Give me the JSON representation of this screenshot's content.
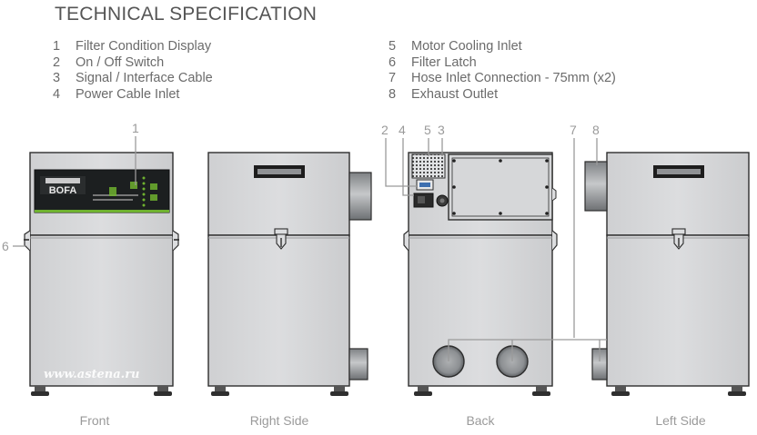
{
  "title": "TECHNICAL SPECIFICATION",
  "specs_left": [
    {
      "num": "1",
      "label": "Filter Condition Display"
    },
    {
      "num": "2",
      "label": "On / Off Switch"
    },
    {
      "num": "3",
      "label": "Signal / Interface Cable"
    },
    {
      "num": "4",
      "label": "Power Cable Inlet"
    }
  ],
  "specs_right": [
    {
      "num": "5",
      "label": "Motor Cooling Inlet"
    },
    {
      "num": "6",
      "label": "Filter Latch"
    },
    {
      "num": "7",
      "label": "Hose Inlet Connection - 75mm (x2)"
    },
    {
      "num": "8",
      "label": "Exhaust Outlet"
    }
  ],
  "views": {
    "front": "Front",
    "right": "Right Side",
    "back": "Back",
    "left": "Left Side"
  },
  "callouts": {
    "c1": "1",
    "c2": "2",
    "c3": "3",
    "c4": "4",
    "c5": "5",
    "c6": "6",
    "c7": "7",
    "c8": "8"
  },
  "panel_logo": "BOFA",
  "watermark": "www.astena.ru",
  "colors": {
    "body": "#d3d4d6",
    "outline": "#2d2d2d",
    "panel": "#1c1f20",
    "accent_green": "#6fb22f",
    "text_grey": "#6b6b6b",
    "callout_grey": "#9a9a9a"
  }
}
